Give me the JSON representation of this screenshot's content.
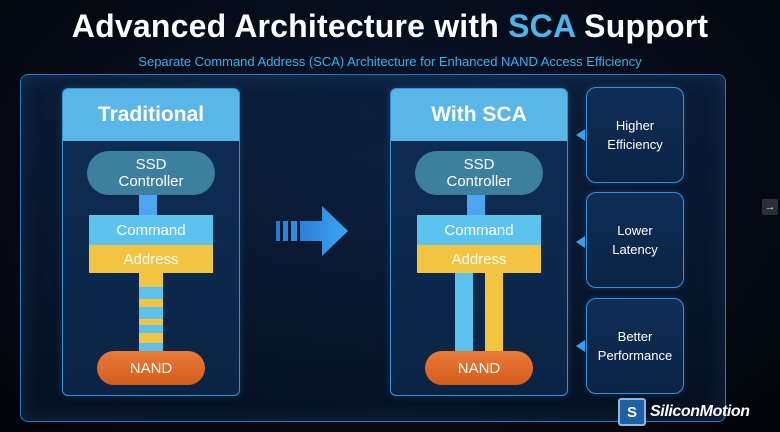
{
  "title": {
    "prefix": "Advanced Architecture with ",
    "accent": "SCA",
    "suffix": " Support"
  },
  "subtitle": "Separate Command Address (SCA) Architecture for Enhanced NAND Access Efficiency",
  "left_panel": {
    "header": "Traditional",
    "controller_line1": "SSD",
    "controller_line2": "Controller",
    "command": "Command",
    "address": "Address",
    "nand": "NAND"
  },
  "right_panel": {
    "header": "With SCA",
    "controller_line1": "SSD",
    "controller_line2": "Controller",
    "command": "Command",
    "address": "Address",
    "nand": "NAND"
  },
  "features": [
    {
      "line1": "Higher",
      "line2": "Efficiency"
    },
    {
      "line1": "Lower",
      "line2": "Latency"
    },
    {
      "line1": "Better",
      "line2": "Performance"
    }
  ],
  "nav": {
    "next": "→"
  },
  "logo": {
    "mark": "S",
    "text": "SiliconMotion"
  },
  "colors": {
    "accent_blue": "#49b6ee",
    "header_blue": "#5ab6e6",
    "command_blue": "#5cc3ee",
    "address_yellow": "#f3c43f",
    "nand_orange": "#e06a28",
    "controller_teal": "#3c7f9f"
  },
  "icons": {
    "transition_arrow": "arrow-right-icon",
    "feature_pointer": "triangle-left-icon",
    "next_slide": "arrow-right-icon"
  }
}
